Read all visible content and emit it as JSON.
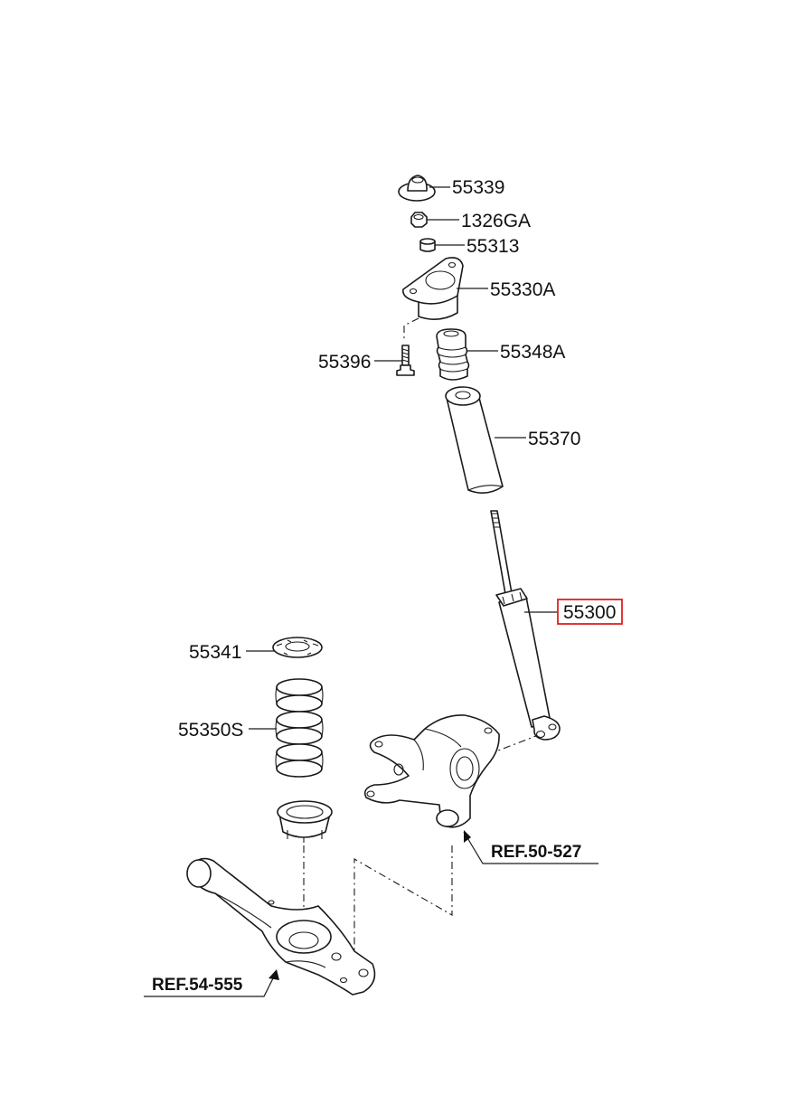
{
  "parts": {
    "p55339": "55339",
    "p1326GA": "1326GA",
    "p55313": "55313",
    "p55330A": "55330A",
    "p55396": "55396",
    "p55348A": "55348A",
    "p55370": "55370",
    "p55300": "55300",
    "p55341": "55341",
    "p55350S": "55350S"
  },
  "refs": {
    "ref_50_527": "REF.50-527",
    "ref_54_555": "REF.54-555"
  },
  "highlight": {
    "part": "55300",
    "color": "#e02020"
  }
}
